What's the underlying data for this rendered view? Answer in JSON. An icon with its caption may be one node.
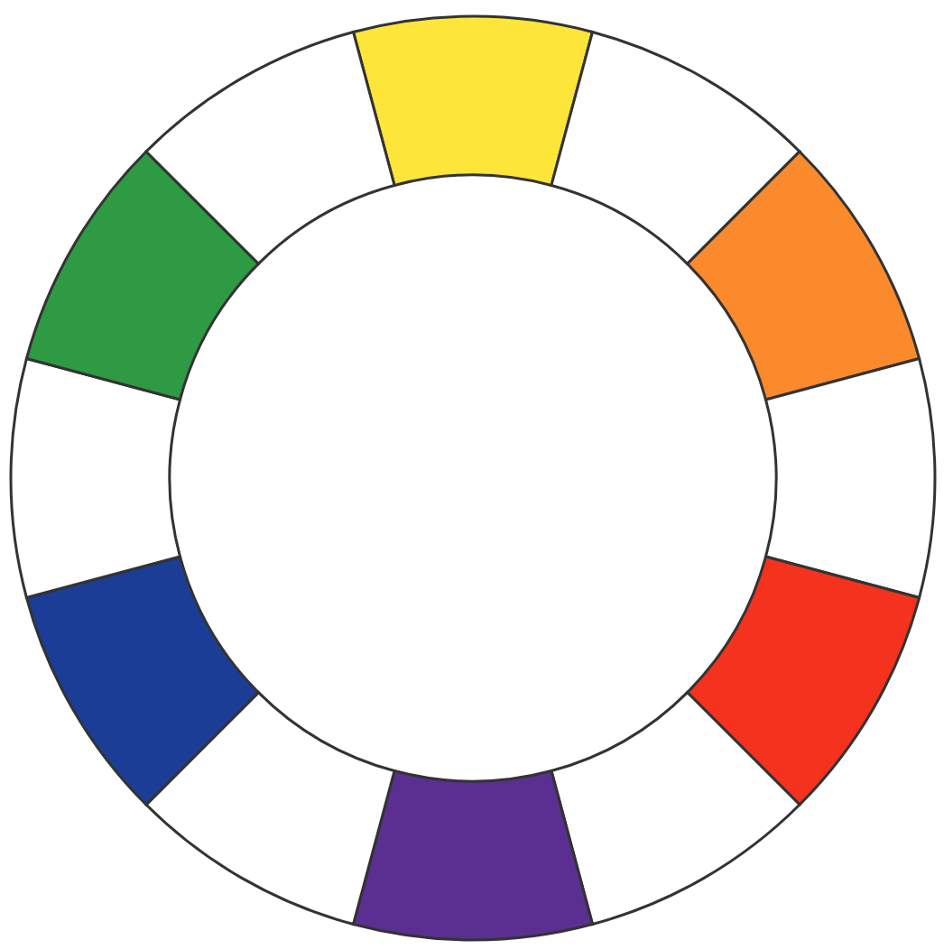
{
  "diagram": {
    "nodes": [
      {
        "text": [],
        "shape": "sector"
      },
      {
        "text": [],
        "shape": "sector"
      },
      {
        "text": [],
        "shape": "sector"
      },
      {
        "text": [],
        "shape": "sector"
      },
      {
        "text": [],
        "shape": "sector"
      },
      {
        "text": [],
        "shape": "sector"
      },
      {
        "text": [],
        "shape": "sector"
      },
      {
        "text": [],
        "shape": "sector"
      },
      {
        "text": [],
        "shape": "sector"
      },
      {
        "text": [],
        "shape": "sector"
      },
      {
        "text": [],
        "shape": "sector"
      },
      {
        "text": [],
        "shape": "sector"
      }
    ]
  }
}
